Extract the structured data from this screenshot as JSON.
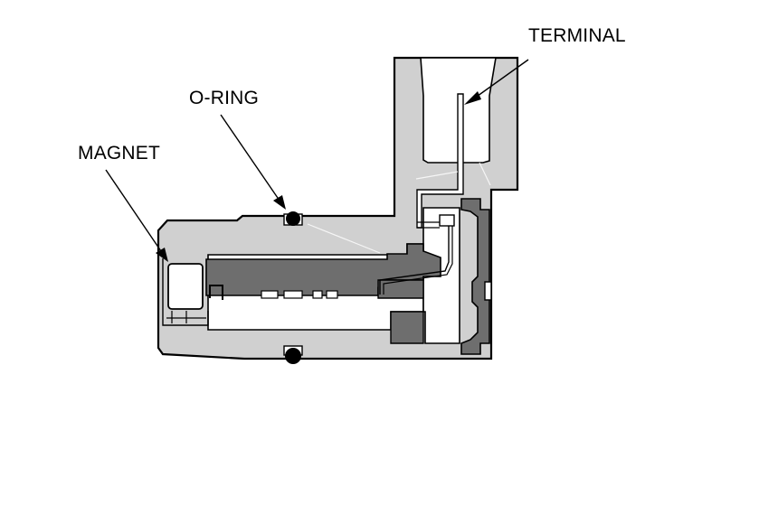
{
  "labels": {
    "terminal": "TERMINAL",
    "oring": "O-RING",
    "magnet": "MAGNET"
  },
  "colors": {
    "body_fill": "#d0d0d0",
    "core_fill": "#6e6e6e",
    "outline": "#000000",
    "background": "#ffffff",
    "oring_fill": "#000000"
  }
}
